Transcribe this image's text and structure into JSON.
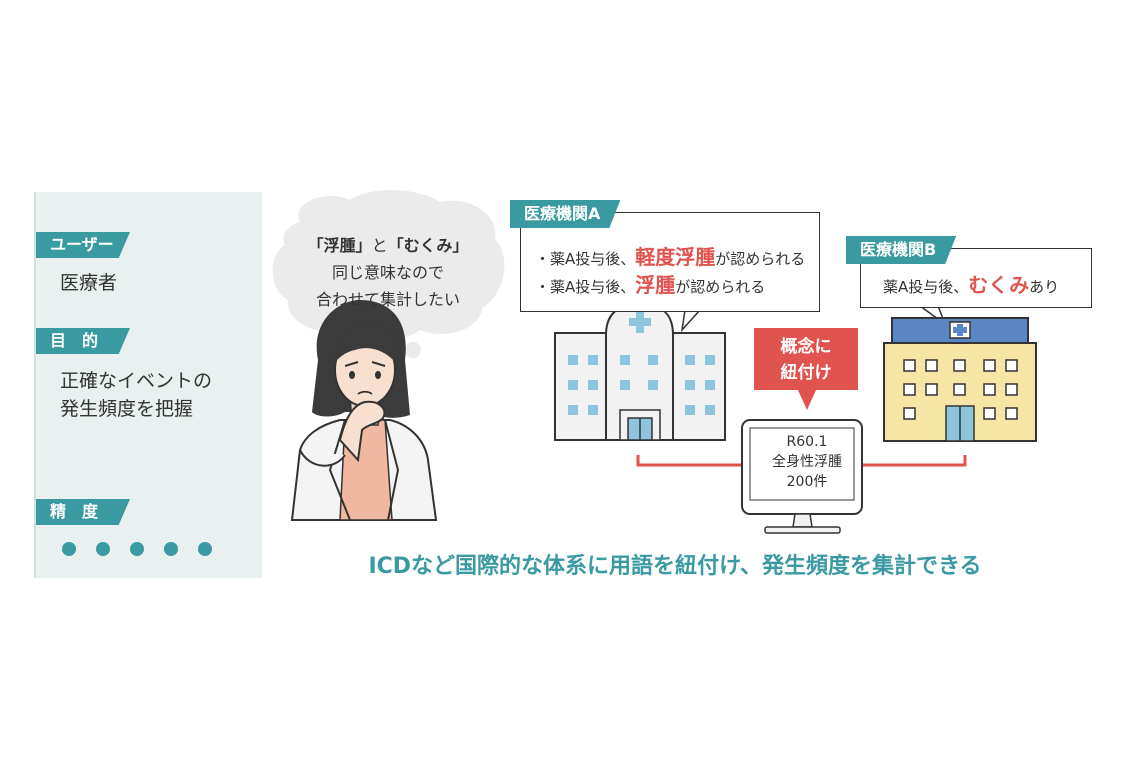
{
  "panel": {
    "user_tag": "ユーザー",
    "user_value": "医療者",
    "purpose_tag": "目　的",
    "purpose_line1": "正確なイベントの",
    "purpose_line2": "発生頻度を把握",
    "accuracy_tag": "精　度",
    "accuracy_level": 5
  },
  "thought": {
    "open1": "「",
    "word1": "浮腫",
    "close1": "」",
    "joiner": "と",
    "open2": "「",
    "word2": "むくみ",
    "close2": "」",
    "line2": "同じ意味なので",
    "line3": "合わせて集計したい"
  },
  "hospital_a": {
    "name": "医療機関A",
    "line1_prefix": "・薬A投与後、",
    "line1_term": "軽度浮腫",
    "line1_suffix": "が認められる",
    "line2_prefix": "・薬A投与後、",
    "line2_term": "浮腫",
    "line2_suffix": "が認められる"
  },
  "hospital_b": {
    "name": "医療機関B",
    "prefix": "薬A投与後、",
    "term": "むくみ",
    "suffix": "あり"
  },
  "concept": {
    "line1": "概念に",
    "line2": "紐付け"
  },
  "monitor": {
    "code": "R60.1",
    "term": "全身性浮腫",
    "count": "200件"
  },
  "footer": "ICDなど国際的な体系に用語を紐付け、発生頻度を集計できる",
  "colors": {
    "teal": "#3a9aa2",
    "red": "#e0534f",
    "panel_bg": "#e8f1ef",
    "building_blue": "#8ec5dc",
    "building_yellow": "#f6e6a6"
  }
}
